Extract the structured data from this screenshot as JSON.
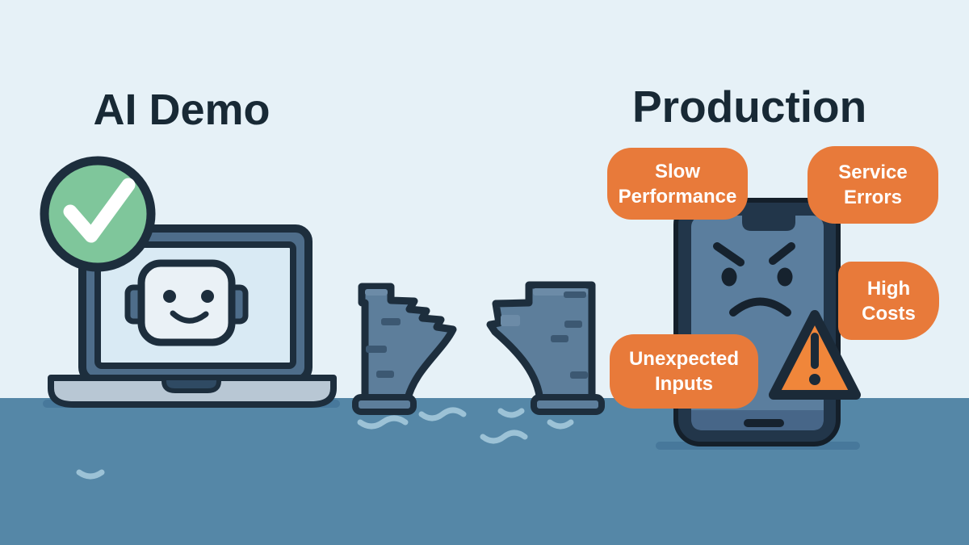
{
  "panels": {
    "demo": {
      "title": "AI Demo",
      "icons": [
        "check-circle-icon",
        "laptop-icon",
        "robot-face-icon"
      ]
    },
    "production": {
      "title": "Production",
      "icons": [
        "smartphone-icon",
        "angry-face-icon",
        "warning-triangle-icon"
      ],
      "issues": [
        {
          "id": "slow-performance",
          "label": "Slow Performance"
        },
        {
          "id": "service-errors",
          "label": "Service Errors"
        },
        {
          "id": "high-costs",
          "label": "High Costs"
        },
        {
          "id": "unexpected-inputs",
          "label": "Unexpected Inputs"
        }
      ]
    }
  },
  "divider": {
    "icon": "broken-bridge-icon"
  },
  "colors": {
    "background": "#e6f1f7",
    "water": "#5587a7",
    "outline_navy": "#1d2e3d",
    "title_text": "#182935",
    "badge_orange": "#e87a3a",
    "badge_text": "#ffffff",
    "warning_orange": "#f0863a",
    "success_green": "#7fc69b",
    "bridge_stone": "#5d7e9b",
    "laptop_bezel": "#4e6d8a",
    "laptop_screen": "#d9eaf4",
    "laptop_base": "#b8c7d4",
    "phone_body": "#22364a",
    "phone_screen": "#5b7e9e",
    "wave": "#9cc2d6"
  }
}
